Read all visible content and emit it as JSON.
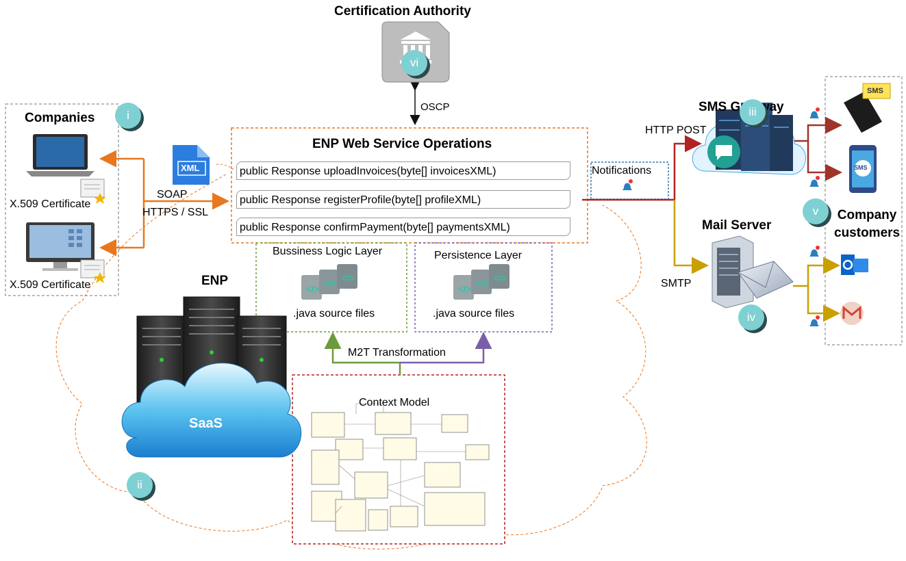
{
  "certification_authority": {
    "title": "Certification Authority",
    "badge": "vi"
  },
  "oscp_label": "OSCP",
  "companies": {
    "title": "Companies",
    "badge": "i",
    "certificate_1": "X.509 Certificate",
    "certificate_2": "X.509 Certificate"
  },
  "protocols": {
    "soap": "SOAP",
    "https": "HTTPS / SSL",
    "http_post": "HTTP POST",
    "smtp": "SMTP"
  },
  "xml_icon_label": "XML",
  "web_service": {
    "title": "ENP Web Service Operations",
    "operations": [
      "public Response uploadInvoices(byte[] invoicesXML)",
      "public Response registerProfile(byte[] profileXML)",
      "public Response confirmPayment(byte[] paymentsXML)"
    ]
  },
  "notifications": "Notifications",
  "sms_gateway": {
    "title": "SMS Gateway",
    "badge": "iii",
    "sms_label": "SMS"
  },
  "mail_server": {
    "title": "Mail Server",
    "badge": "iv"
  },
  "company_customers": {
    "title_line1": "Company",
    "title_line2": "customers",
    "badge": "v"
  },
  "business_layer": {
    "title": "Bussiness Logic Layer",
    "files": ".java source files"
  },
  "persistence_layer": {
    "title": "Persistence Layer",
    "files": ".java source files"
  },
  "enp": {
    "title": "ENP",
    "saas": "SaaS",
    "badge": "ii"
  },
  "m2t": "M2T Transformation",
  "context_model": {
    "title": "Context Model"
  },
  "colors": {
    "orange": "#e8771e",
    "dark_red": "#b22222",
    "olive": "#c8a000",
    "green": "#6d9a3c",
    "purple": "#7a5fa8",
    "teal_badge": "#7fd0d3"
  }
}
